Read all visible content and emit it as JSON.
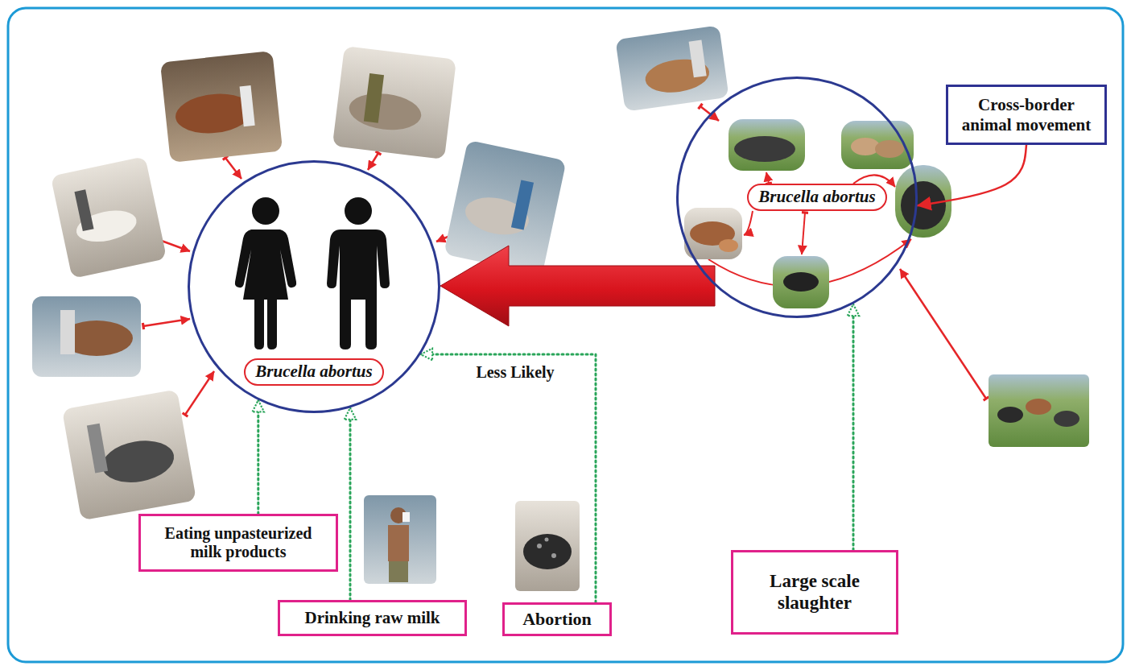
{
  "diagram": {
    "nodes": [
      {
        "text": [
          "Brucella abortus"
        ]
      },
      {
        "text": [
          "Brucella abortus"
        ]
      },
      {
        "text": [
          "Cross-border animal movement"
        ]
      },
      {
        "text": [
          "Eating unpasteurized milk products"
        ]
      },
      {
        "text": [
          "Drinking raw milk"
        ]
      },
      {
        "text": [
          "Abortion"
        ]
      },
      {
        "text": [
          "Large scale slaughter"
        ]
      }
    ],
    "edges": [
      {
        "from": 1,
        "to": 0,
        "arrow": "to"
      },
      {
        "from": 2,
        "to": 1,
        "arrow": "to"
      },
      {
        "from": 3,
        "to": 0,
        "arrow": "to"
      },
      {
        "from": 4,
        "to": 0,
        "arrow": "to"
      },
      {
        "from": 5,
        "to": 0,
        "label": "Less Likely",
        "arrow": "to"
      },
      {
        "from": 6,
        "to": 1,
        "arrow": "to"
      }
    ]
  }
}
